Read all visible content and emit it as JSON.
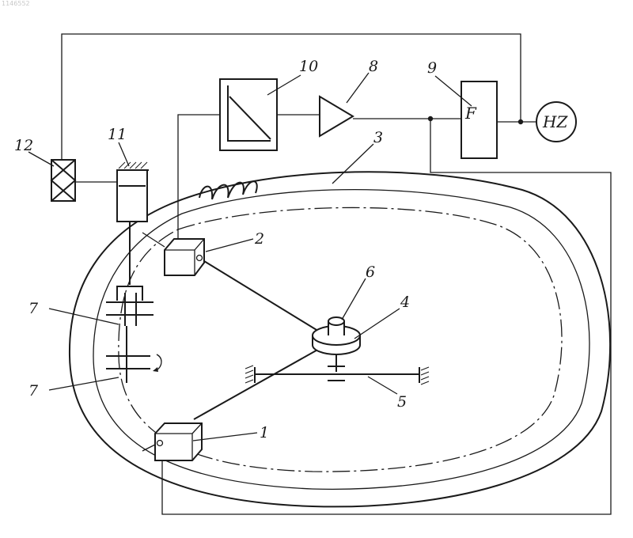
{
  "scan_id": "1146552",
  "blocks": {
    "frequency_meter": "F",
    "hz_display": "HZ"
  },
  "labels": {
    "sensor_1": "1",
    "sensor_2": "2",
    "wheel_rim": "3",
    "hub": "4",
    "beam": "5",
    "shaft": "6",
    "gear_top": "7",
    "gear_bottom": "7",
    "amplifier": "8",
    "freq_block": "9",
    "integrator": "10",
    "cylinder": "11",
    "actuator": "12"
  }
}
